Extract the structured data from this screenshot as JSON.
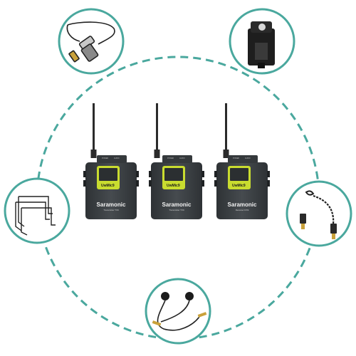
{
  "colors": {
    "teal": "#4aa89e",
    "device_body": "#3f4448",
    "screen_bezel": "#c9dc2f",
    "screen": "#2b2f31"
  },
  "devices": [
    {
      "brand": "Saramonic",
      "model": "Transmitter TX9",
      "screen_label": "UwMic9",
      "top_labels": [
        "POWER",
        "AUDIO"
      ]
    },
    {
      "brand": "Saramonic",
      "model": "Transmitter TX9",
      "screen_label": "UwMic9",
      "top_labels": [
        "POWER",
        "AUDIO"
      ]
    },
    {
      "brand": "Saramonic",
      "model": "Receiver RX9",
      "screen_label": "UwMic9",
      "top_labels": [
        "POWER",
        "AUDIO"
      ]
    }
  ],
  "accessories": [
    {
      "name": "xlr-cable-icon"
    },
    {
      "name": "belt-clip-icon"
    },
    {
      "name": "shoe-mount-icon"
    },
    {
      "name": "spiral-cable-icon"
    },
    {
      "name": "lavalier-mics-icon"
    }
  ]
}
